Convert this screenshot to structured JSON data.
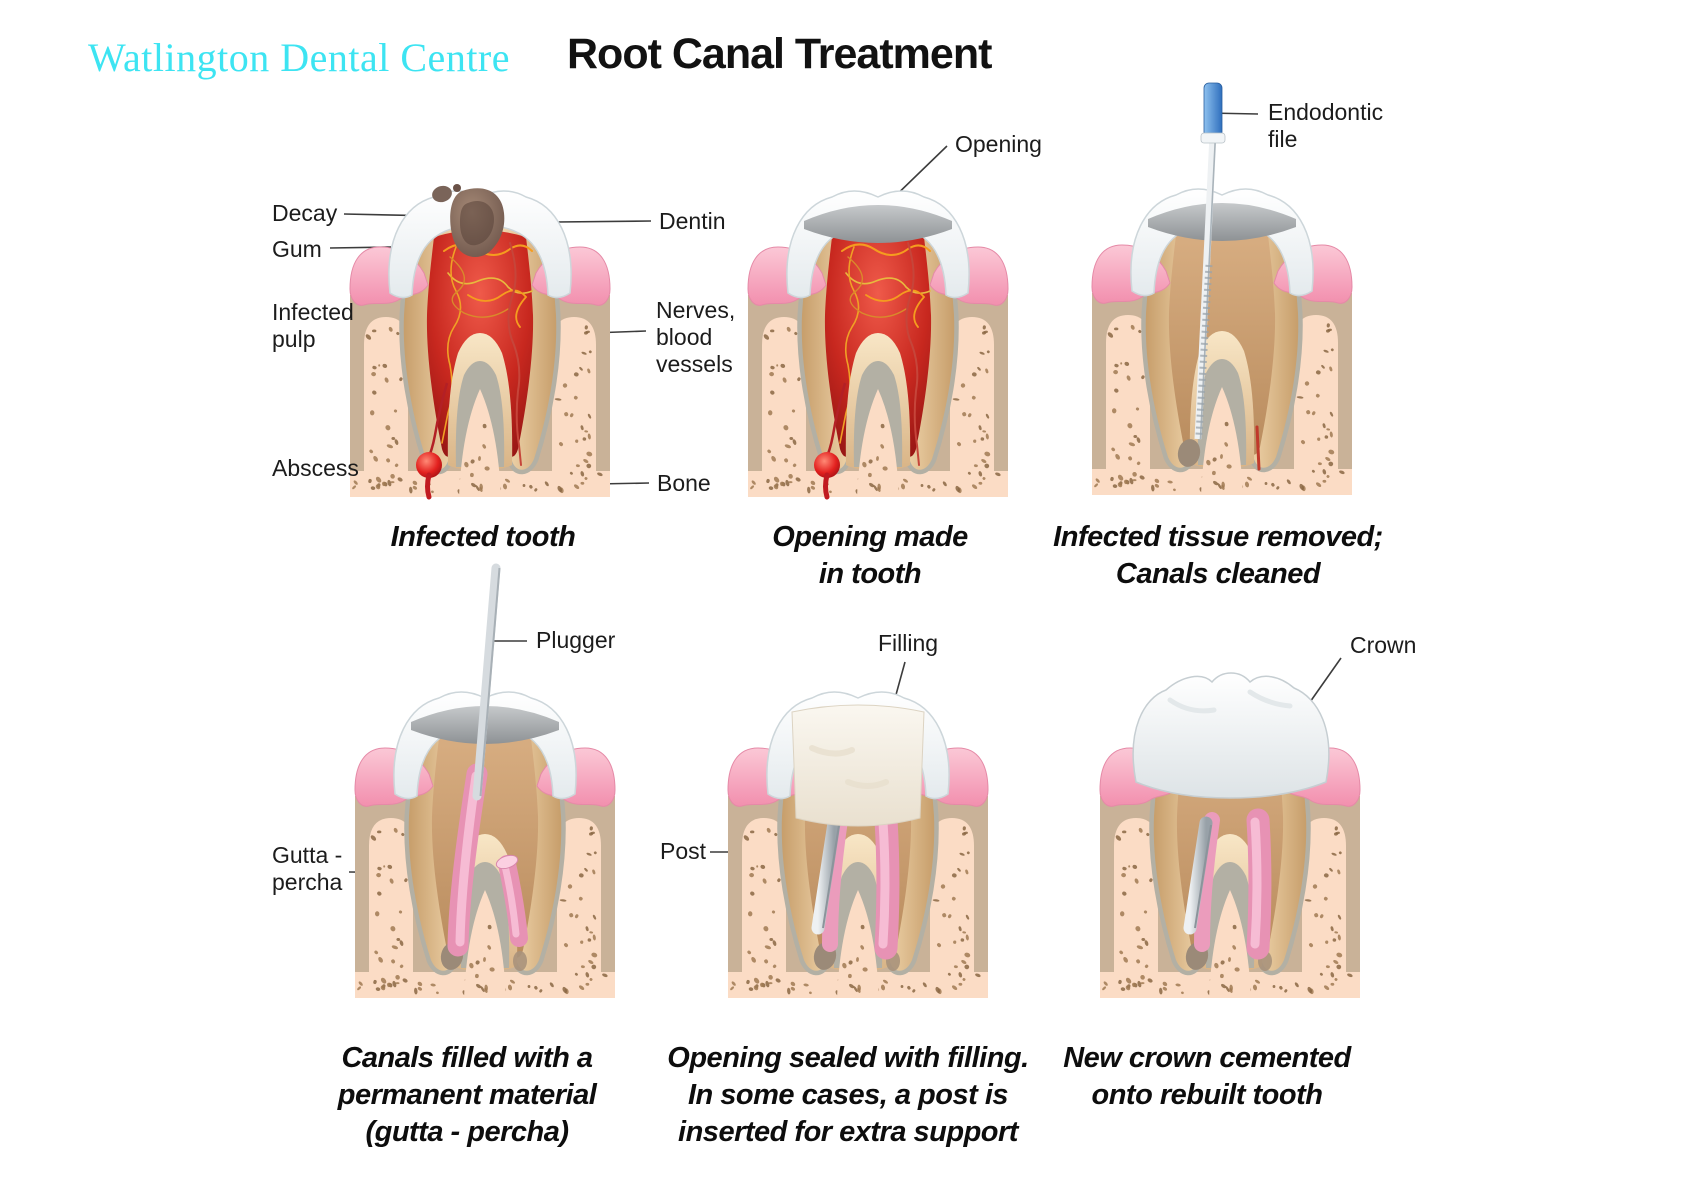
{
  "header": {
    "brand": "Watlington Dental Centre",
    "title": "Root Canal Treatment"
  },
  "colors": {
    "brand_cyan": "#3de4f2",
    "text_black": "#1b1b1b",
    "pulp_red": "#c8281f",
    "gum_pink": "#f79fb8",
    "bone_peach": "#fbdcc5",
    "bone_matrix": "#c9b298",
    "dentin_tan": "#ecd0a6",
    "gutta_pink": "#f0a8c6",
    "file_handle_blue": "#2f6fbd",
    "metal_silver": "#d6dbdf"
  },
  "stages": [
    {
      "id": "infected",
      "caption": "Infected tooth",
      "labels": [
        {
          "name": "decay",
          "text": "Decay"
        },
        {
          "name": "gum",
          "text": "Gum"
        },
        {
          "name": "infected-pulp",
          "text": "Infected\npulp"
        },
        {
          "name": "abscess",
          "text": "Abscess"
        },
        {
          "name": "dentin",
          "text": "Dentin"
        },
        {
          "name": "nerves",
          "text": "Nerves,\nblood\nvessels"
        },
        {
          "name": "bone",
          "text": "Bone"
        }
      ]
    },
    {
      "id": "opening",
      "caption": "Opening made\nin tooth",
      "labels": [
        {
          "name": "opening",
          "text": "Opening"
        }
      ]
    },
    {
      "id": "cleaned",
      "caption": "Infected tissue removed;\nCanals cleaned",
      "labels": [
        {
          "name": "endodontic-file",
          "text": "Endodontic\nfile"
        }
      ]
    },
    {
      "id": "filled",
      "caption": "Canals filled with a\npermanent material\n(gutta - percha)",
      "labels": [
        {
          "name": "plugger",
          "text": "Plugger"
        },
        {
          "name": "gutta-percha",
          "text": "Gutta -\npercha"
        }
      ]
    },
    {
      "id": "sealed",
      "caption": "Opening sealed with filling.\nIn some cases, a post is\ninserted for extra support",
      "labels": [
        {
          "name": "filling",
          "text": "Filling"
        },
        {
          "name": "post",
          "text": "Post"
        }
      ]
    },
    {
      "id": "crown",
      "caption": "New crown cemented\nonto rebuilt tooth",
      "labels": [
        {
          "name": "crown",
          "text": "Crown"
        }
      ]
    }
  ]
}
